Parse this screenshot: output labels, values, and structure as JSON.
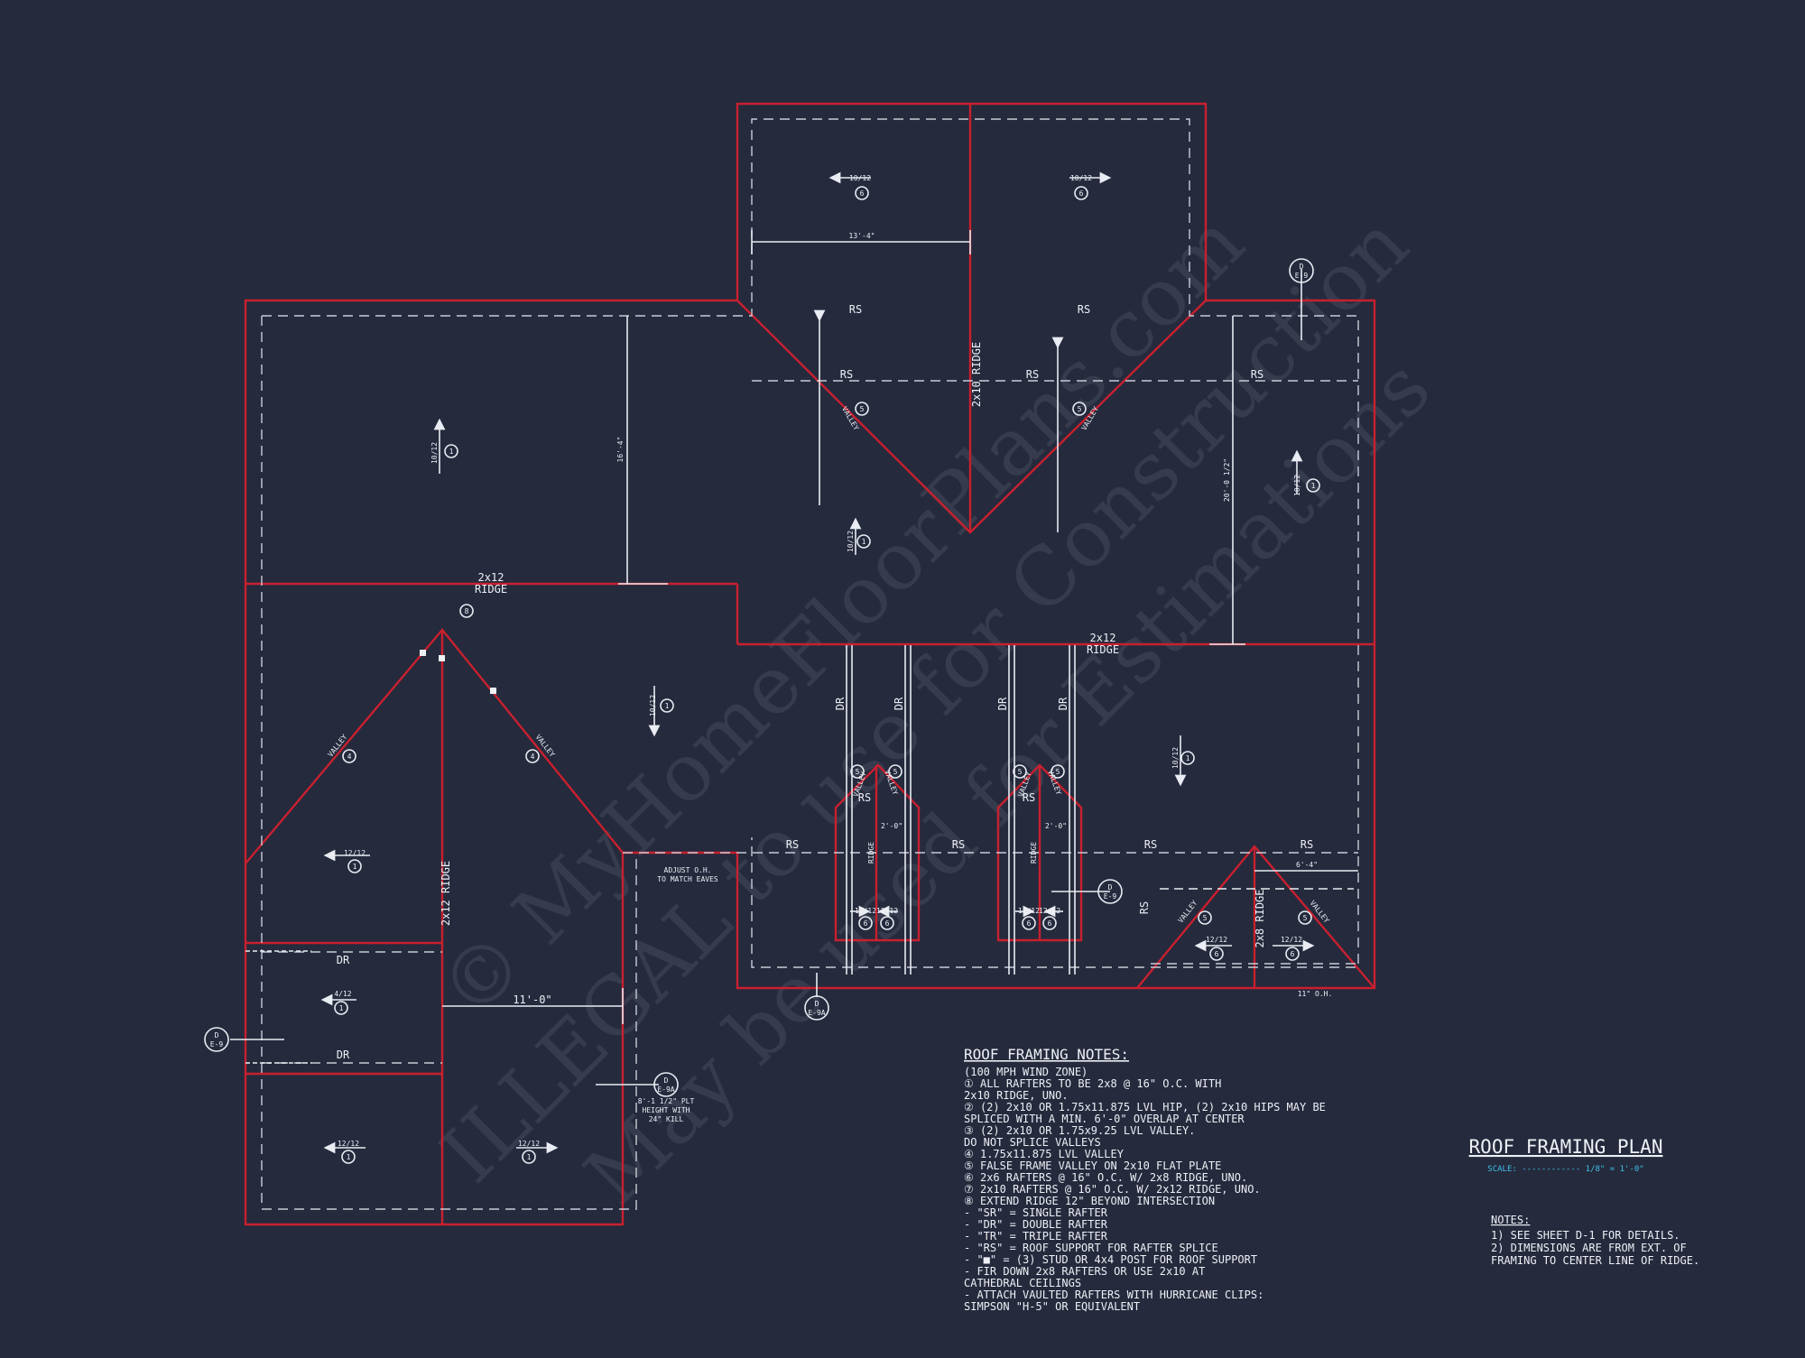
{
  "colors": {
    "background": "#252a3d",
    "roof_outline": "#c8202e",
    "linework": "#e9ecf2",
    "scale_text": "#3fc1e8"
  },
  "framing_labels": {
    "rs": "RS",
    "dr": "DR",
    "ridge": "RIDGE",
    "ridge_2x12": "2x12",
    "ridge_2x10": "2x10 RIDGE",
    "ridge_2x12_vert": "2x12 RIDGE",
    "ridge_2x8": "2x8 RIDGE",
    "valley": "VALLEY",
    "pitch_10_12": "10/12",
    "pitch_12_12": "12/12",
    "pitch_4_12": "4/12",
    "note_1": "1",
    "note_4": "4",
    "note_5": "5",
    "note_6": "6",
    "note_8": "8"
  },
  "dimensions": {
    "d1": "13'-4\"",
    "d2": "16'-4\"",
    "d3": "20'-0 1/2\"",
    "d4": "11'-0\"",
    "d5": "2'-0\"",
    "d6": "6'-4\"",
    "overhang": "11\" O.H."
  },
  "callouts": {
    "adjust_oh": [
      "ADJUST O.H.",
      "TO MATCH EAVES"
    ],
    "plt_height": [
      "8'-1 1/2\" PLT",
      "HEIGHT WITH",
      "24\" KILL"
    ],
    "detail_top": "D",
    "detail_sheet_e9": "E-9",
    "detail_sheet_e9a": "E-9A"
  },
  "notes": {
    "title": "ROOF FRAMING NOTES:",
    "lines": [
      "(100 MPH WIND ZONE)",
      "① ALL RAFTERS TO BE 2x8 @ 16\" O.C. WITH",
      "   2x10 RIDGE, UNO.",
      "② (2) 2x10 OR 1.75x11.875 LVL HIP, (2) 2x10 HIPS MAY BE",
      "   SPLICED WITH A MIN. 6'-0\" OVERLAP AT CENTER",
      "③ (2) 2x10 OR 1.75x9.25 LVL VALLEY.",
      "   DO NOT SPLICE VALLEYS",
      "④ 1.75x11.875 LVL VALLEY",
      "⑤ FALSE FRAME VALLEY ON 2x10 FLAT PLATE",
      "⑥ 2x6 RAFTERS @ 16\" O.C. W/ 2x8 RIDGE, UNO.",
      "⑦ 2x10 RAFTERS @ 16\" O.C. W/ 2x12 RIDGE, UNO.",
      "⑧ EXTEND RIDGE 12\" BEYOND INTERSECTION",
      "-  \"SR\" = SINGLE RAFTER",
      "-  \"DR\" = DOUBLE RAFTER",
      "-  \"TR\" = TRIPLE RAFTER",
      "-  \"RS\" = ROOF SUPPORT FOR RAFTER SPLICE",
      "-  \"■\" = (3) STUD OR 4x4 POST FOR ROOF SUPPORT",
      "-  FIR DOWN 2x8 RAFTERS OR USE 2x10 AT",
      "   CATHEDRAL CEILINGS",
      "-  ATTACH VAULTED RAFTERS WITH HURRICANE CLIPS:",
      "   SIMPSON \"H-5\" OR EQUIVALENT"
    ]
  },
  "title_block": {
    "title": "ROOF FRAMING PLAN",
    "scale": "SCALE: ------------ 1/8\" = 1'-0\""
  },
  "general_notes": {
    "title": "NOTES:",
    "lines": [
      "1)  SEE SHEET D-1 FOR DETAILS.",
      "2)  DIMENSIONS ARE FROM EXT. OF",
      "    FRAMING TO CENTER LINE OF RIDGE."
    ]
  },
  "watermark": {
    "line1": "© MyHomeFloorPlans.com",
    "line2": "ILLEGAL to use for Construction",
    "line3": "May be used for Estimations"
  }
}
